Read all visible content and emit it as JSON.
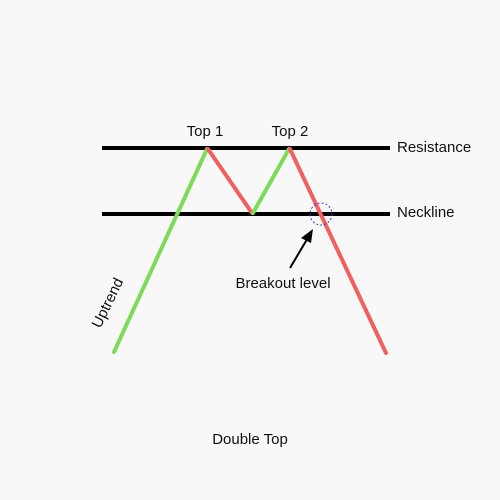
{
  "diagram": {
    "title": "Double Top",
    "labels": {
      "top1": "Top 1",
      "top2": "Top 2",
      "resistance": "Resistance",
      "neckline": "Neckline",
      "uptrend": "Uptrend",
      "breakout": "Breakout level"
    },
    "colors": {
      "background": "#f8f8f8",
      "level_line": "#000000",
      "rise": "#7ddb5a",
      "fall": "#f06060",
      "marker": "#3a3acc",
      "text": "#111111"
    }
  }
}
